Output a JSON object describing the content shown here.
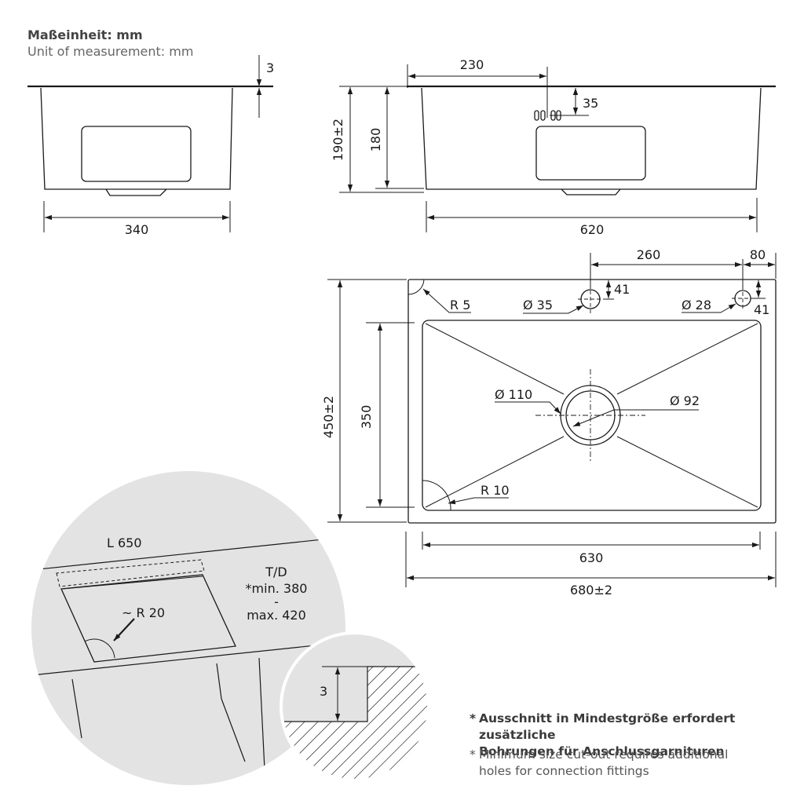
{
  "units": {
    "de": "Maßeinheit: mm",
    "en": "Unit of measurement: mm"
  },
  "side_view": {
    "width": "340",
    "rim": "3"
  },
  "front_view": {
    "width": "620",
    "tap_offset": "230",
    "tap_drop": "35",
    "total_height": "190±2",
    "inner_height": "180"
  },
  "top_view": {
    "outer_width": "680±2",
    "inner_width": "630",
    "outer_height": "450±2",
    "inner_height": "350",
    "offset_260": "260",
    "offset_80": "80",
    "offset_41a": "41",
    "offset_41b": "41",
    "hole_large": "Ø 35",
    "hole_small": "Ø 28",
    "drain_outer": "Ø 110",
    "drain_inner": "Ø 92",
    "corner_outer": "R 5",
    "corner_inner": "R 10"
  },
  "detail_cutout": {
    "length": "L 650",
    "depth_label": "T/D",
    "depth_min": "*min. 380",
    "dash": "-",
    "depth_max": "max. 420",
    "radius": "~ R 20"
  },
  "detail_rim": {
    "height": "3"
  },
  "notes": {
    "de": [
      "Ausschnitt in Mindestgröße erfordert zusätzliche",
      "Bohrungen für Anschlussgarnituren"
    ],
    "en": [
      "Minimum size cut-out requires additional",
      "holes for connection fittings"
    ],
    "star": "*"
  }
}
